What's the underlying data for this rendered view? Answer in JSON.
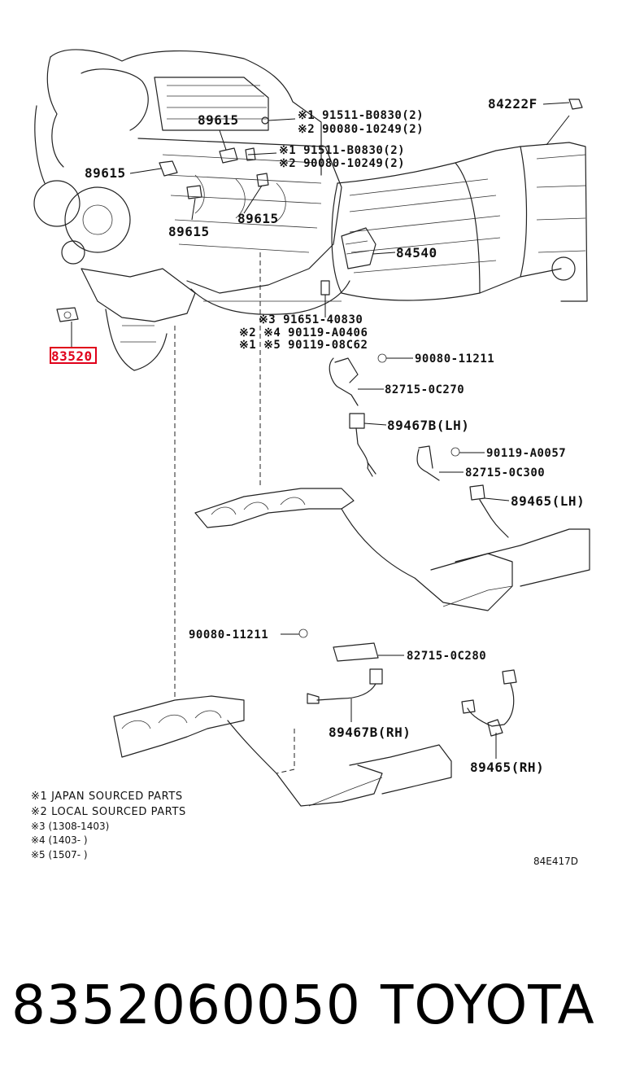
{
  "diagram": {
    "figure_code": "84E417D",
    "callouts": [
      {
        "id": "c1",
        "text": "84222F"
      },
      {
        "id": "c2",
        "text": "89615"
      },
      {
        "id": "c3",
        "text": "※1 91511-B0830(2)"
      },
      {
        "id": "c4",
        "text": "※2 90080-10249(2)"
      },
      {
        "id": "c5",
        "text": "※1 91511-B0830(2)"
      },
      {
        "id": "c6",
        "text": "※2 90080-10249(2)"
      },
      {
        "id": "c7",
        "text": "89615"
      },
      {
        "id": "c8",
        "text": "89615"
      },
      {
        "id": "c9",
        "text": "89615"
      },
      {
        "id": "c10",
        "text": "84540"
      },
      {
        "id": "c11",
        "text": "83520",
        "highlighted": true
      },
      {
        "id": "c12",
        "text": "※3 91651-40830"
      },
      {
        "id": "c13",
        "text": "※2 ※4 90119-A0406"
      },
      {
        "id": "c14",
        "text": "※1 ※5 90119-08C62"
      },
      {
        "id": "c15",
        "text": "90080-11211"
      },
      {
        "id": "c16",
        "text": "82715-0C270"
      },
      {
        "id": "c17",
        "text": "89467B(LH)"
      },
      {
        "id": "c18",
        "text": "90119-A0057"
      },
      {
        "id": "c19",
        "text": "82715-0C300"
      },
      {
        "id": "c20",
        "text": "89465(LH)"
      },
      {
        "id": "c21",
        "text": "90080-11211"
      },
      {
        "id": "c22",
        "text": "82715-0C280"
      },
      {
        "id": "c23",
        "text": "89467B(RH)"
      },
      {
        "id": "c24",
        "text": "89465(RH)"
      }
    ],
    "notes": [
      "※1 JAPAN SOURCED PARTS",
      "※2 LOCAL SOURCED PARTS",
      "※3 (1308-1403)",
      "※4 (1403-      )",
      "※5 (1507-      )"
    ],
    "highlight_color": "#e0001a"
  },
  "caption": {
    "part_number": "8352060050",
    "brand": "TOYOTA"
  }
}
